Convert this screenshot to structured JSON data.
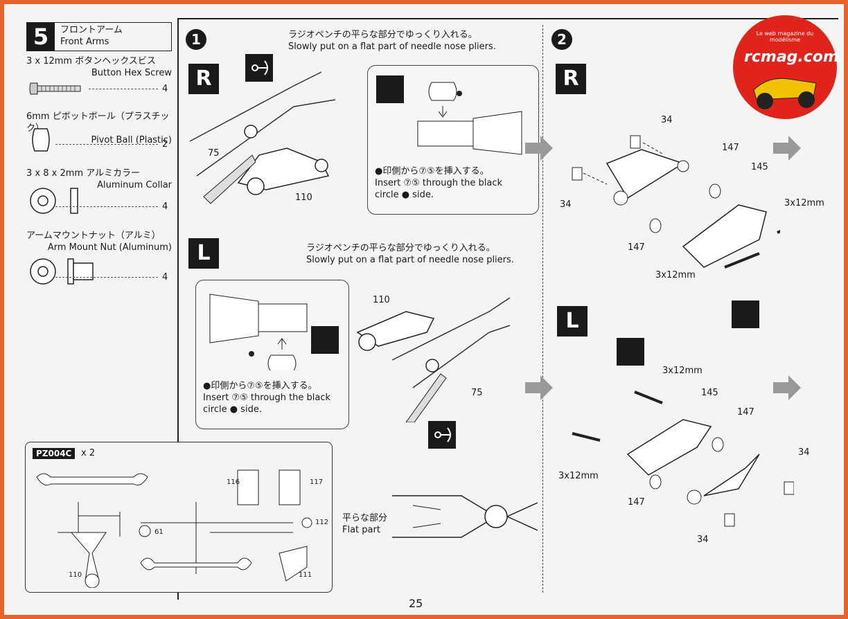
{
  "step": {
    "number": "5",
    "title_jp": "フロントアーム",
    "title_en": "Front Arms"
  },
  "parts": [
    {
      "jp": "3 x 12mm  ボタンヘックスビス",
      "en": "Button Hex Screw",
      "qty": "4"
    },
    {
      "jp": "6mm ピボットボール（プラスチック）",
      "en": "Pivot Ball (Plastic)",
      "qty": "2",
      "ref": "75"
    },
    {
      "jp": "3 x 8 x 2mm アルミカラー",
      "en": "Aluminum Collar",
      "qty": "4",
      "ref": "147"
    },
    {
      "jp": "アームマウントナット（アルミ）",
      "en": "Arm Mount Nut (Aluminum)",
      "qty": "4",
      "ref": "34"
    }
  ],
  "sub1": {
    "number": "1",
    "r_note_jp": "ラジオペンチの平らな部分でゆっくり入れる。",
    "r_note_en": "Slowly put on a flat part of needle nose pliers.",
    "l_note_jp": "ラジオペンチの平らな部分でゆっくり入れる。",
    "l_note_en": "Slowly put on a flat part of needle nose pliers.",
    "insert_jp": "●印側から⑦⑤を挿入する。",
    "insert_en_1": "Insert ⑦⑤ through the black",
    "insert_en_2": "circle ● side.",
    "r_label": "R",
    "l_label": "L",
    "refs": {
      "ball": "75",
      "arm": "110"
    }
  },
  "sub2": {
    "number": "2",
    "r_label": "R",
    "l_label": "L",
    "screw": "3x12mm",
    "refs": {
      "nut": "34",
      "collar": "147",
      "mount": "145"
    }
  },
  "flat_part": {
    "jp": "平らな部分",
    "en": "Flat part"
  },
  "sprue": {
    "tag": "PZ004C",
    "count": "x 2",
    "refs": [
      "116",
      "117",
      "112",
      "61",
      "110",
      "111"
    ]
  },
  "page_number": "25",
  "logo": {
    "text": "rcmag.com",
    "tagline": "Le web magazine du modélisme"
  },
  "colors": {
    "frame": "#e8622a",
    "paper": "#f4f4f2",
    "ink": "#1a1a1a",
    "logo_red": "#e0241c"
  }
}
